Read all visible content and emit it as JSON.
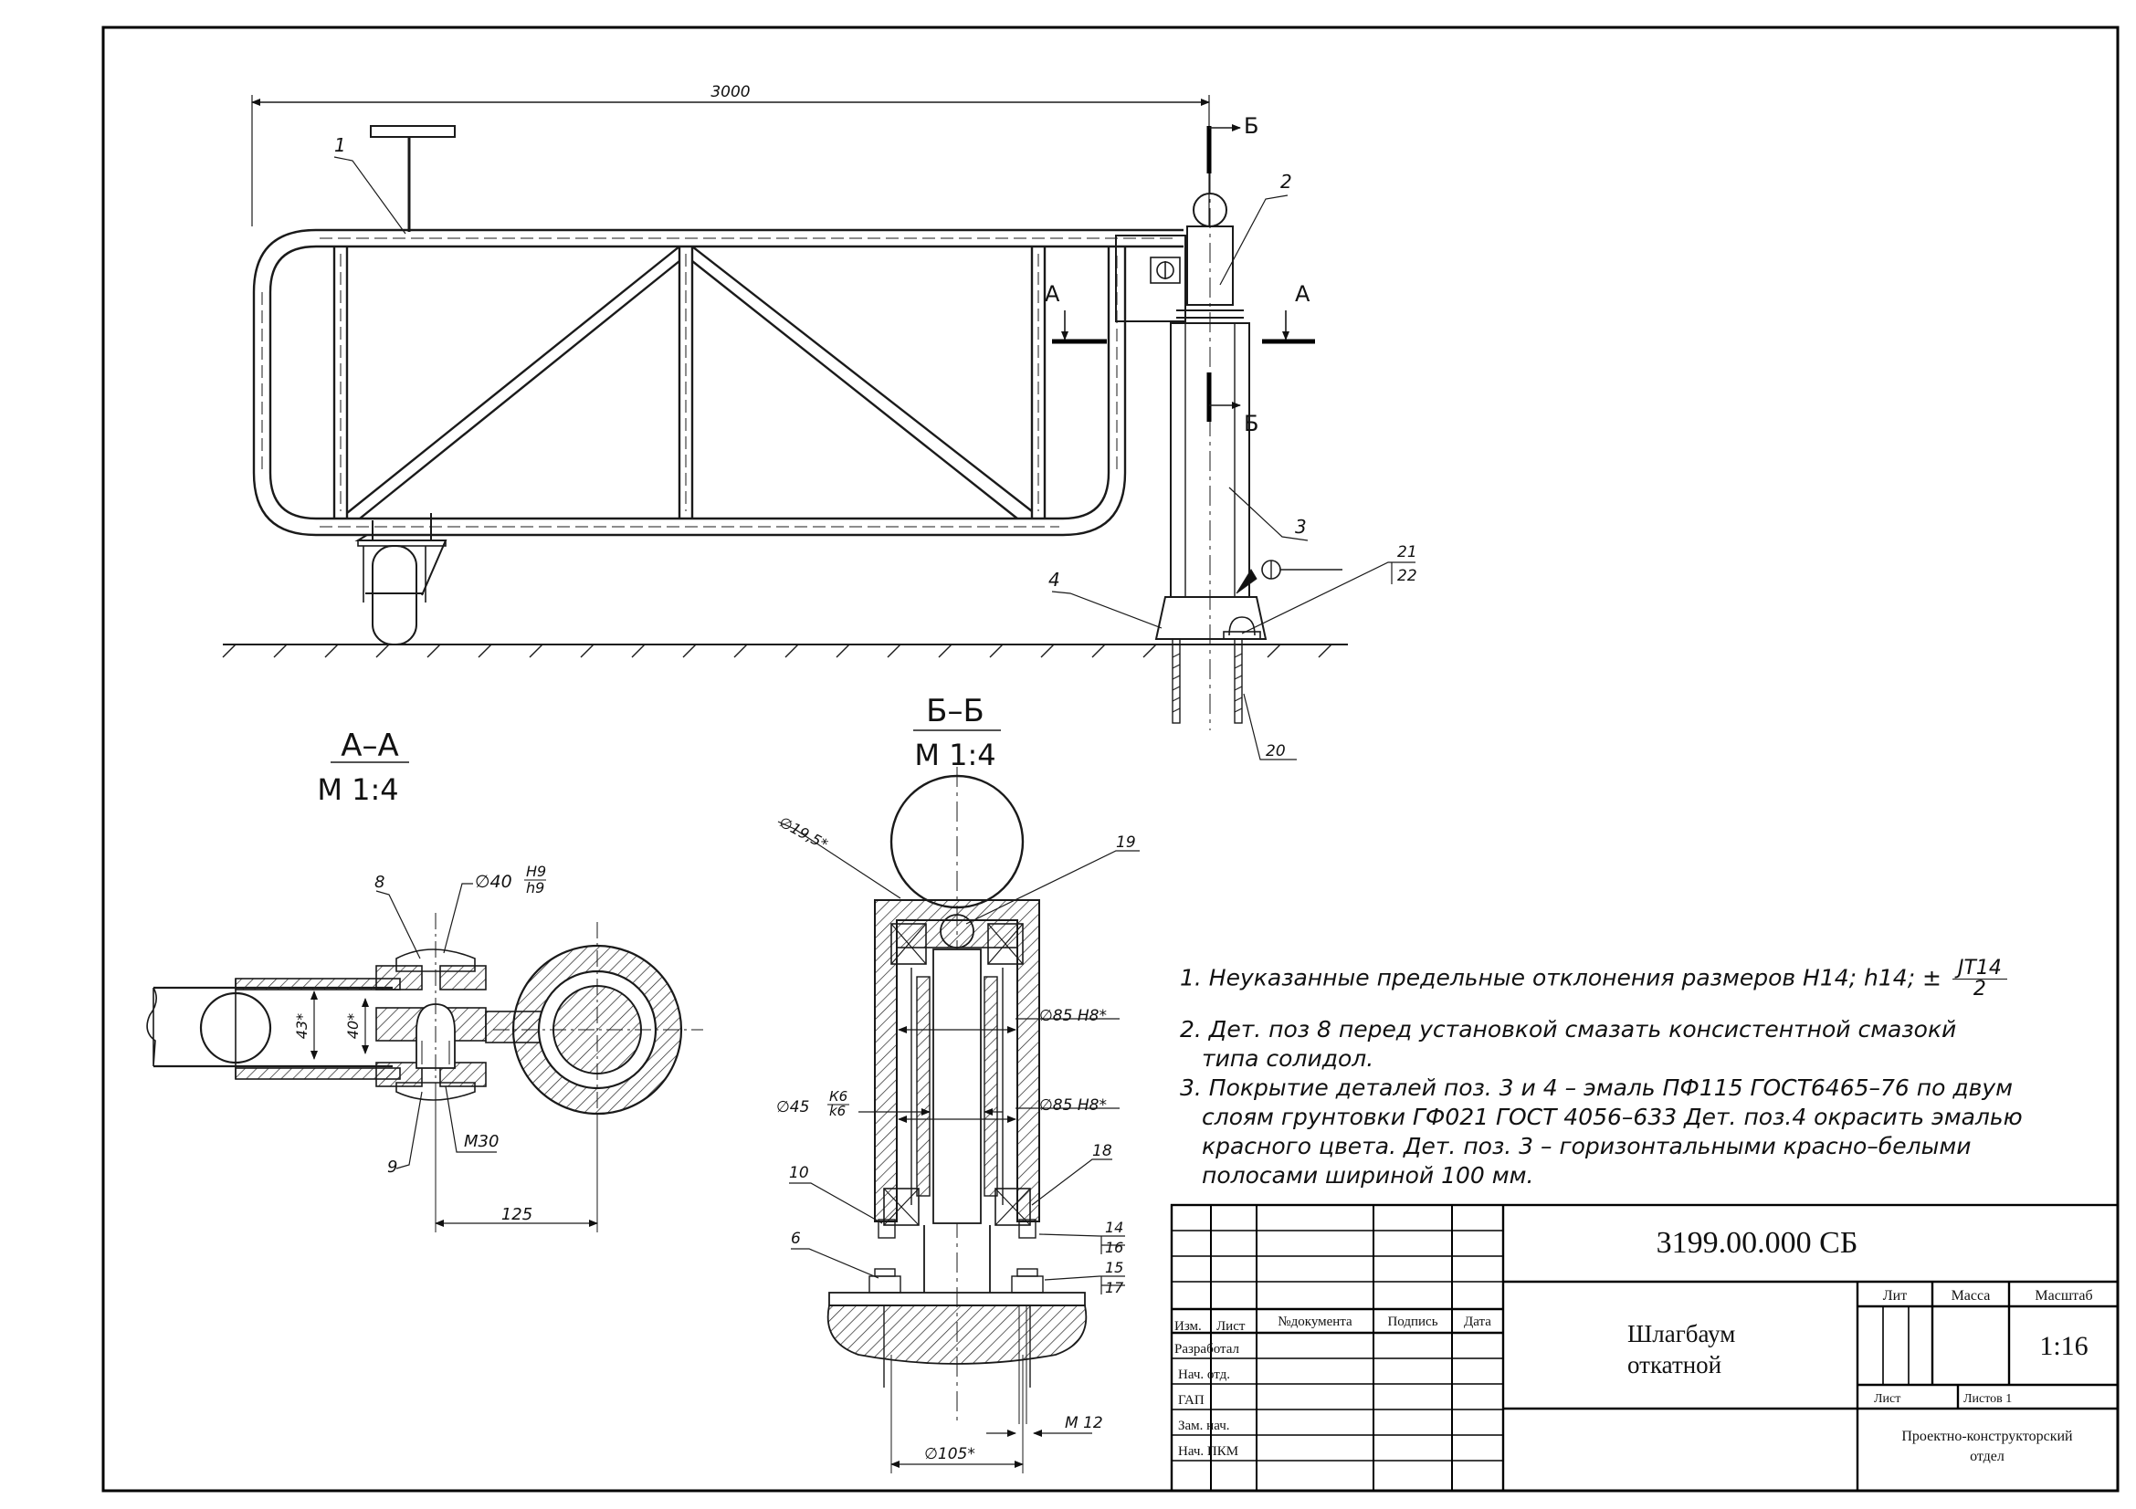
{
  "top_view": {
    "dim_length": "3000",
    "section_b_letter": "Б",
    "section_a_letter": "А",
    "callouts": [
      "1",
      "2",
      "3",
      "4",
      "21",
      "22",
      "20"
    ]
  },
  "section_aa": {
    "title": "А–А",
    "scale": "М 1:4",
    "callout_8": "8",
    "callout_9": "9",
    "dia_40": "∅40",
    "fit_top": "H9",
    "fit_bottom": "h9",
    "dim_43": "43*",
    "dim_40": "40*",
    "thread": "М30",
    "dim_125": "125"
  },
  "section_bb": {
    "title": "Б–Б",
    "scale": "М 1:4",
    "dia_ball": "∅19,5*",
    "callout_19": "19",
    "dia_85_top": "∅85 H8*",
    "dia_85_bottom": "∅85 H8*",
    "dia_45": "∅45",
    "fit_top": "К6",
    "fit_bottom": "k6",
    "callout_10": "10",
    "callout_18": "18",
    "callout_6": "6",
    "callout_14": "14",
    "callout_16": "16",
    "callout_15": "15",
    "callout_17": "17",
    "dia_105": "∅105*",
    "thread": "М 12"
  },
  "notes": {
    "n1_text": "1. Неуказанные предельные отклонения размеров H14; h14; ±",
    "n1_num": "JT14",
    "n1_den": "2",
    "n2_l1": "2. Дет. поз 8 перед установкой смазать консистентной смазокй",
    "n2_l2": "типа солидол.",
    "n3_l1": "3. Покрытие деталей поз. 3 и 4 – эмаль ПФ115 ГОСТ6465–76 по двум",
    "n3_l2": "слоям грунтовки ГФ021 ГОСТ 4056–633 Дет. поз.4 окрасить эмалью",
    "n3_l3": "красного цвета. Дет. поз. 3 – горизонтальными красно–белыми",
    "n3_l4": "полосами шириной 100 мм."
  },
  "title_block": {
    "doc_number": "3199.00.000 СБ",
    "name_line1": "Шлагбаум",
    "name_line2": "откатной",
    "col_izm": "Изм.",
    "col_list": "Лист",
    "col_doc": "№документа",
    "col_sign": "Подпись",
    "col_date": "Дата",
    "row_razrab": "Разработал",
    "row_nach_otd": "Нач. отд.",
    "row_gap": "ГАП",
    "row_zam": "Зам. нач.",
    "row_nach_pkm": "Нач. ПКМ",
    "lit_label": "Лит",
    "mass_label": "Масса",
    "scale_label": "Масштаб",
    "scale_value": "1:16",
    "sheet_label": "Лист",
    "sheets_label": "Листов 1",
    "department_l1": "Проектно-конструкторский",
    "department_l2": "отдел"
  }
}
